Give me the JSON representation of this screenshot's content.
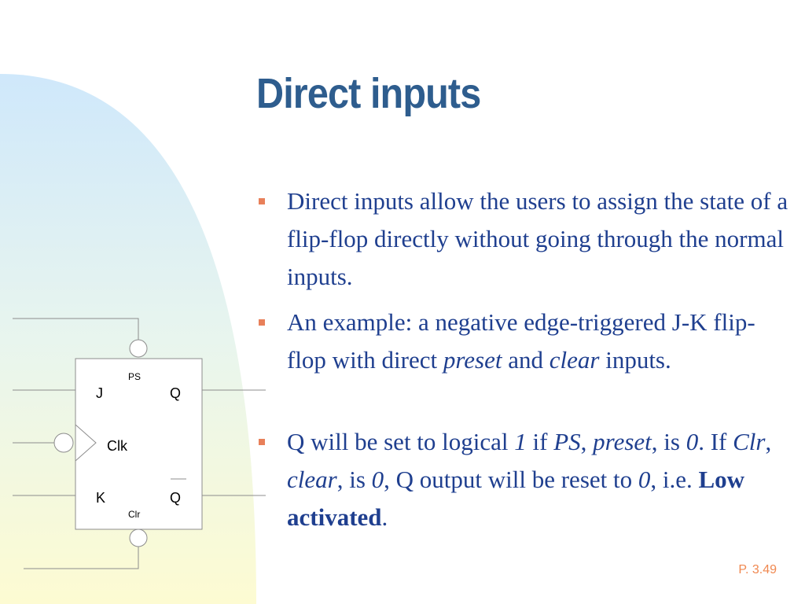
{
  "slide": {
    "title": "Direct inputs",
    "page_number": "P. 3.49"
  },
  "bullets": [
    {
      "parts": [
        {
          "text": "Direct inputs allow the users to assign the state of a flip-flop directly without going through the normal inputs.",
          "style": "normal"
        }
      ]
    },
    {
      "parts": [
        {
          "text": "An example: a negative edge-triggered J-K flip-flop with direct ",
          "style": "normal"
        },
        {
          "text": "preset",
          "style": "italic"
        },
        {
          "text": " and ",
          "style": "normal"
        },
        {
          "text": "clear",
          "style": "italic"
        },
        {
          "text": " inputs.",
          "style": "normal"
        }
      ]
    },
    {
      "parts": [
        {
          "text": "Q will be set to logical ",
          "style": "normal"
        },
        {
          "text": "1",
          "style": "italic"
        },
        {
          "text": " if ",
          "style": "normal"
        },
        {
          "text": "PS",
          "style": "italic"
        },
        {
          "text": ", ",
          "style": "normal"
        },
        {
          "text": "preset",
          "style": "italic"
        },
        {
          "text": ", is ",
          "style": "normal"
        },
        {
          "text": "0",
          "style": "italic"
        },
        {
          "text": ".  If ",
          "style": "normal"
        },
        {
          "text": "Clr",
          "style": "italic"
        },
        {
          "text": ", ",
          "style": "normal"
        },
        {
          "text": "clear",
          "style": "italic"
        },
        {
          "text": ", is ",
          "style": "normal"
        },
        {
          "text": "0",
          "style": "italic"
        },
        {
          "text": ", Q output will be reset to ",
          "style": "normal"
        },
        {
          "text": "0",
          "style": "italic"
        },
        {
          "text": ", i.e. ",
          "style": "normal"
        },
        {
          "text": "Low activated",
          "style": "bold"
        },
        {
          "text": ".",
          "style": "normal"
        }
      ]
    }
  ],
  "diagram": {
    "labels": {
      "j": "J",
      "k": "K",
      "q": "Q",
      "q_bar": "Q",
      "clk": "Clk",
      "ps": "PS",
      "clr": "Clr"
    }
  },
  "colors": {
    "title": "#2e5d8e",
    "body_text": "#1f3f8f",
    "bullet_marker": "#e8805a",
    "page_number": "#f08850",
    "background_gradient_top": "#cfe8fb",
    "background_gradient_bottom": "#fdfbd2",
    "diagram_lines": "#8c8c8c"
  }
}
